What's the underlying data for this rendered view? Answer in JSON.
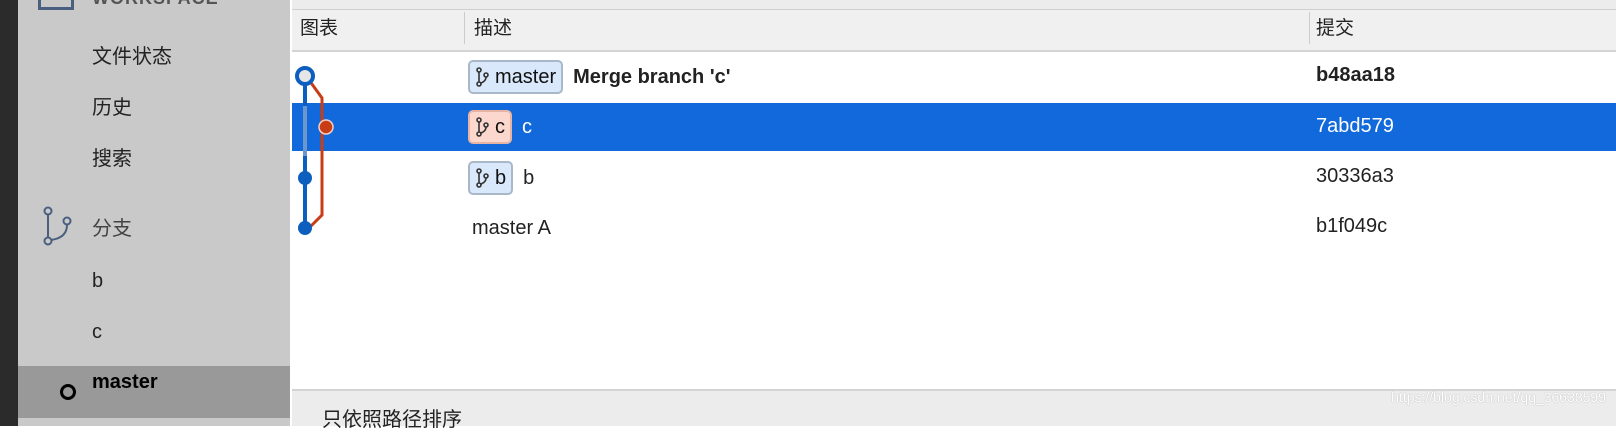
{
  "sidebar": {
    "workspace": "WORKSPACE",
    "items": [
      "文件状态",
      "历史",
      "搜索"
    ],
    "branches_header": "分支",
    "branches": [
      "b",
      "c",
      "master"
    ],
    "current_branch": "master"
  },
  "table": {
    "headers": [
      "图表",
      "描述",
      "提交"
    ],
    "rows": [
      {
        "tag": "master",
        "tag_color": "blue",
        "message": "Merge branch 'c'",
        "commit": "b48aa18",
        "bold": true
      },
      {
        "tag": "c",
        "tag_color": "red",
        "message": "c",
        "commit": "7abd579",
        "selected": true
      },
      {
        "tag": "b",
        "tag_color": "blue",
        "message": "b",
        "commit": "30336a3"
      },
      {
        "tag": null,
        "message": "master A",
        "commit": "b1f049c"
      }
    ]
  },
  "footer": {
    "sort_label": "只依照路径排序",
    "watermark": "https://blog.csdn.net/qq_36638599"
  },
  "colors": {
    "selection": "#1269db",
    "graph_blue": "#0d5fbf",
    "graph_red": "#c83c16"
  }
}
